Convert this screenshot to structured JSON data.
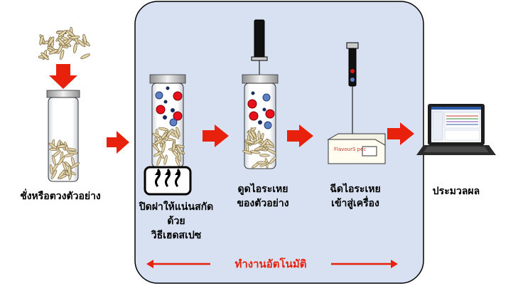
{
  "steps": [
    {
      "label_lines": [
        "ชั่งหรือตวงตัวอย่าง"
      ]
    },
    {
      "label_lines": [
        "ปิดฝาให้แน่นสกัด",
        "ด้วย",
        "วิธีเฮดสเปซ"
      ]
    },
    {
      "label_lines": [
        "ดูดไอระเหย",
        "ของตัวอย่าง"
      ]
    },
    {
      "label_lines": [
        "ฉีดไอระเหย",
        "เข้าสู่เครื่อง"
      ]
    },
    {
      "label_lines": [
        "ประมวลผล"
      ]
    }
  ],
  "automation_label": "ทำงานอัตโนมัติ",
  "instrument_brand": "FlavourS pec",
  "colors": {
    "panel_fill": "#d7e1f1",
    "arrow_red": "#e8210c",
    "particle_red": "#e8101a",
    "particle_blue": "#5f7fc3",
    "grain": "#e6d6ae"
  }
}
